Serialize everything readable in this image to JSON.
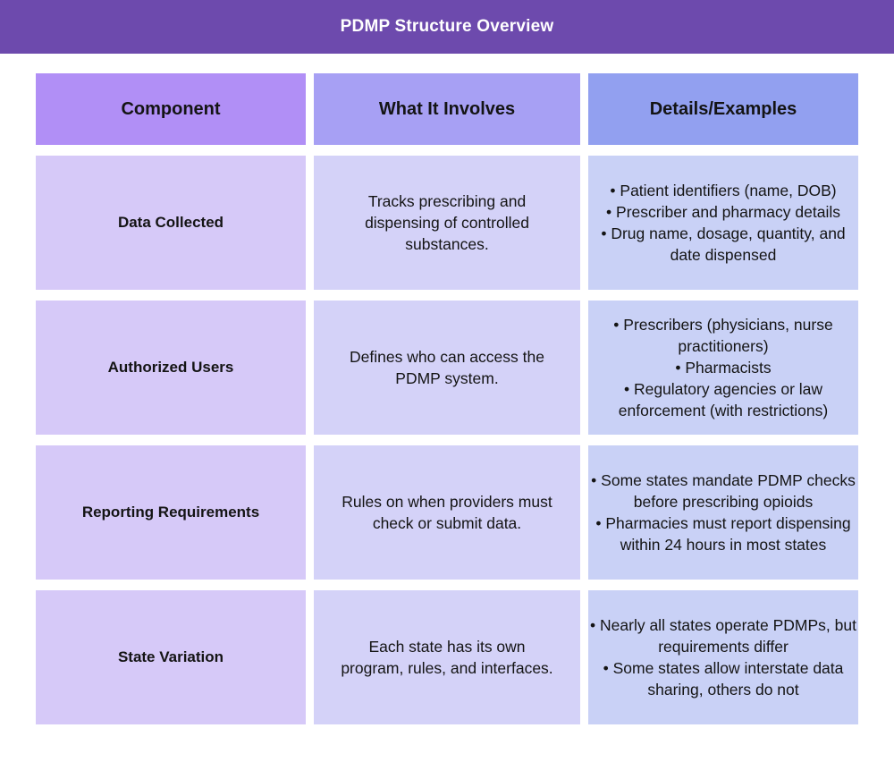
{
  "header": {
    "title": "PDMP Structure Overview"
  },
  "bullet_glyph": "•",
  "colors": {
    "header-bar": "#6d4aad",
    "title-text": "#ffffff",
    "col1-head": "#b18ff6",
    "col2-head": "#a7a0f4",
    "col3-head": "#92a0f0",
    "col1-cell": "#d6c9f8",
    "col2-cell": "#d4d2f8",
    "col3-cell": "#c9d1f6",
    "body-text": "#141414"
  },
  "chart_data": {
    "type": "table",
    "title": "PDMP Structure Overview",
    "columns": [
      "Component",
      "What It Involves",
      "Details/Examples"
    ],
    "rows": [
      {
        "component": "Data Collected",
        "involves": "Tracks prescribing and dispensing of controlled substances.",
        "details": [
          "Patient identifiers (name, DOB)",
          "Prescriber and pharmacy details",
          "Drug name, dosage, quantity, and date dispensed"
        ]
      },
      {
        "component": "Authorized Users",
        "involves": "Defines who can access the PDMP system.",
        "details": [
          "Prescribers (physicians, nurse practitioners)",
          "Pharmacists",
          "Regulatory agencies or law enforcement (with restrictions)"
        ]
      },
      {
        "component": "Reporting Requirements",
        "involves": "Rules on when providers must check or submit data.",
        "details": [
          "Some states mandate PDMP checks before prescribing opioids",
          "Pharmacies must report dispensing within 24 hours in most states"
        ]
      },
      {
        "component": "State Variation",
        "involves": "Each state has its own program, rules, and interfaces.",
        "details": [
          "Nearly all states operate PDMPs, but requirements differ",
          "Some states allow interstate data sharing, others do not"
        ]
      }
    ]
  }
}
